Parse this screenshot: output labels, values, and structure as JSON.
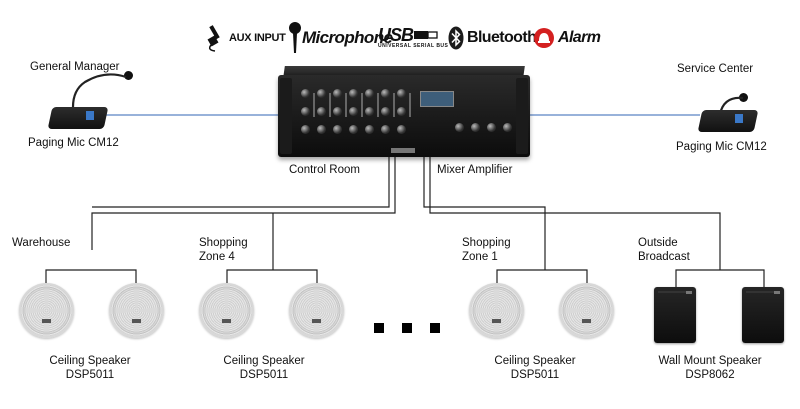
{
  "features": {
    "aux": "AUX INPUT",
    "mic": "Microphone",
    "usb": "USB",
    "usb_sub": "UNIVERSAL SERIAL BUS",
    "bluetooth": "Bluetooth",
    "alarm": "Alarm"
  },
  "nodes": {
    "left_mic_owner": "General Manager",
    "left_mic_model": "Paging Mic CM12",
    "right_mic_owner": "Service Center",
    "right_mic_model": "Paging Mic CM12",
    "control_room": "Control Room",
    "mixer_amplifier": "Mixer Amplifier"
  },
  "zones": [
    {
      "name": "Warehouse",
      "speaker_type": "Ceiling Speaker",
      "speaker_model": "DSP5011"
    },
    {
      "name": "Shopping\nZone 4",
      "speaker_type": "Ceiling Speaker",
      "speaker_model": "DSP5011"
    },
    {
      "name": "Shopping\nZone 1",
      "speaker_type": "Ceiling Speaker",
      "speaker_model": "DSP5011"
    },
    {
      "name": "Outside\nBroadcast",
      "speaker_type": "Wall Mount Speaker",
      "speaker_model": "DSP8062"
    }
  ],
  "colors": {
    "wire_blue": "#5b84c4",
    "wire_black": "#222222",
    "bluetooth_badge": "#1c1c1c",
    "alarm_red": "#d42020"
  }
}
